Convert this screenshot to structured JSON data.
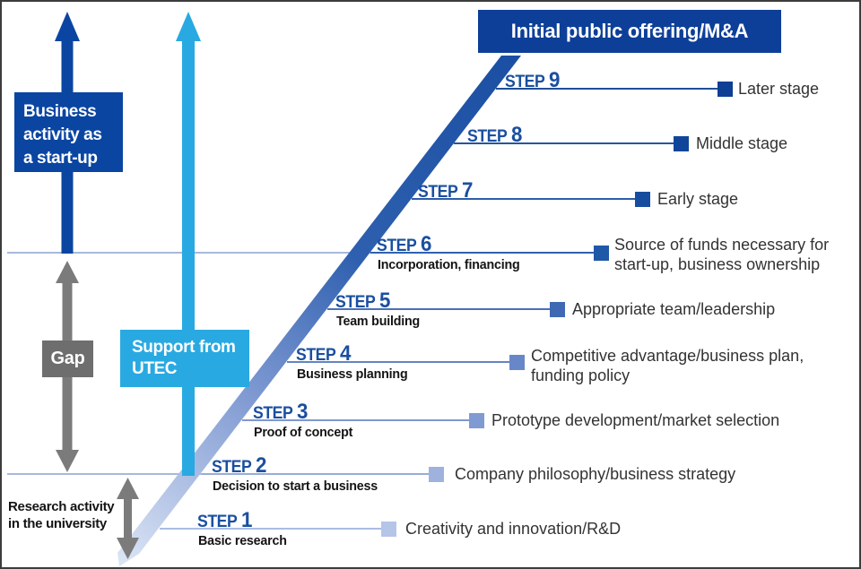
{
  "palette": {
    "frame_border": "#3c3c3c",
    "background": "#ffffff",
    "divider": "#a9b8dc",
    "step_label": "#1a4fa0",
    "sublabel": "#141414",
    "description": "#333333",
    "diagonal_top": "#1b4fa3",
    "diagonal_bottom": "#dae5f5"
  },
  "ipo_box": {
    "label": "Initial public offering/M&A",
    "bg": "#0d3f98",
    "text_color": "#ffffff"
  },
  "business": {
    "line1": "Business",
    "line2": "activity as",
    "line3": "a start-up",
    "bg": "#0a45a2",
    "arrow_color": "#0a45a2"
  },
  "support": {
    "line1": "Support from",
    "line2": "UTEC",
    "bg": "#29a9e1",
    "arrow_color": "#29a9e1"
  },
  "gap": {
    "label": "Gap",
    "bg": "#6e6e6e",
    "arrow_color": "#7b7b7b"
  },
  "research": {
    "line1": "Research activity",
    "line2": "in the university",
    "arrow_color": "#7b7b7b"
  },
  "steps": [
    {
      "step_word": "STEP",
      "number": "1",
      "sublabel": "Basic research",
      "description": "Creativity and innovation/R&D",
      "line_color": "#abbce2",
      "marker_color": "#b5c5e8"
    },
    {
      "step_word": "STEP",
      "number": "2",
      "sublabel": "Decision to start a business",
      "description": "Company philosophy/business strategy",
      "line_color": "#97acd8",
      "marker_color": "#9fb2dd"
    },
    {
      "step_word": "STEP",
      "number": "3",
      "sublabel": "Proof of concept",
      "description": "Prototype development/market selection",
      "line_color": "#7e97cd",
      "marker_color": "#809bd1"
    },
    {
      "step_word": "STEP",
      "number": "4",
      "sublabel": "Business planning",
      "description": "Competitive advantage/business plan, funding policy",
      "line_color": "#6583c3",
      "marker_color": "#6787c8"
    },
    {
      "step_word": "STEP",
      "number": "5",
      "sublabel": "Team building",
      "description": "Appropriate team/leadership",
      "line_color": "#4a70b7",
      "marker_color": "#3f6ab3"
    },
    {
      "step_word": "STEP",
      "number": "6",
      "sublabel": "Incorporation, financing",
      "description": "Source of funds necessary for start-up, business ownership",
      "line_color": "#3061b0",
      "marker_color": "#2058a8"
    },
    {
      "step_word": "STEP",
      "number": "7",
      "description": "Early stage",
      "line_color": "#2c5cab",
      "marker_color": "#174d9f"
    },
    {
      "step_word": "STEP",
      "number": "8",
      "description": "Middle stage",
      "line_color": "#27549f",
      "marker_color": "#11459a"
    },
    {
      "step_word": "STEP",
      "number": "9",
      "description": "Later stage",
      "line_color": "#224e99",
      "marker_color": "#0e3f95"
    }
  ]
}
